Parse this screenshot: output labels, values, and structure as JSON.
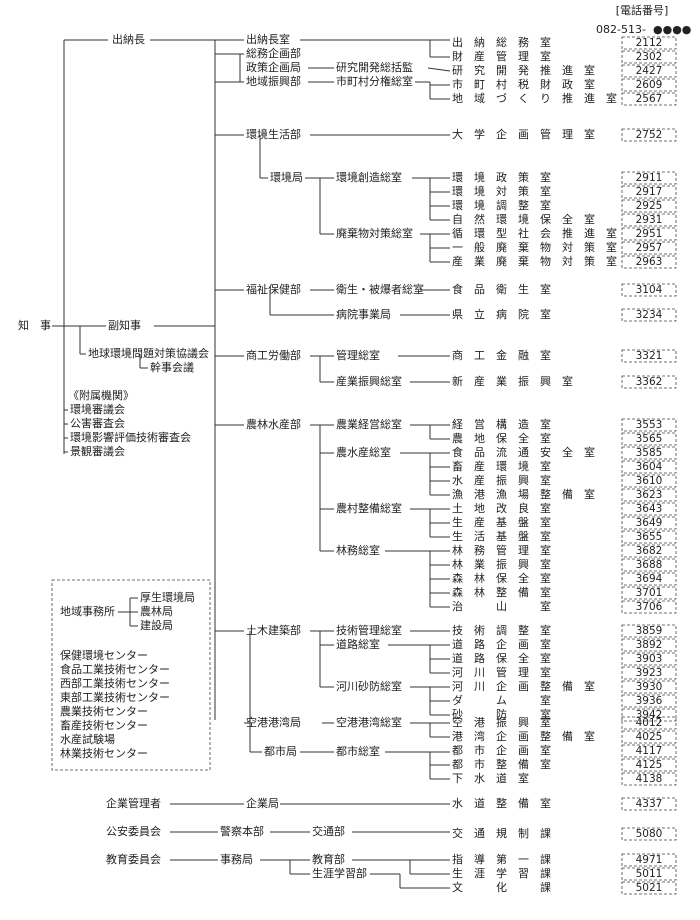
{
  "header": {
    "title": "[電話番号]",
    "prefix": "082-513-",
    "dots": "●●●●"
  },
  "governor": "知　事",
  "vice_governor": "副知事",
  "councils": [
    "地球環境問題対策協議会",
    "幹事会議"
  ],
  "attached": {
    "title": "《附属機関》",
    "items": [
      "環境審議会",
      "公害審査会",
      "環境影響評価技術審査会",
      "景観審議会"
    ]
  },
  "regional": {
    "office": "地域事務所",
    "bureaus": [
      "厚生環境局",
      "農林局",
      "建設局"
    ],
    "centers": [
      "保健環境センター",
      "食品工業技術センター",
      "西部工業技術センター",
      "東部工業技術センター",
      "農業技術センター",
      "畜産技術センター",
      "水産試験場",
      "林業技術センター"
    ]
  },
  "nodes": {
    "suitocho": "出納長",
    "suitochoshitsu": "出納長室",
    "somu": "総務企画部",
    "seisaku": "政策企画局",
    "kenkyu": "研究開発総括監",
    "chiiki": "地域振興部",
    "shichoson": "市町村分権総室",
    "kankyoseikatsu": "環境生活部",
    "kankyokyoku": "環境局",
    "kankyososei": "環境創造総室",
    "haikibutsu": "廃棄物対策総室",
    "fukushi": "福祉保健部",
    "eisei": "衛生・被爆者総室",
    "byoin": "病院事業局",
    "shoko": "商工労働部",
    "kanri": "管理総室",
    "sangyo": "産業振興総室",
    "norin": "農林水産部",
    "nogyokeiei": "農業経営総室",
    "nosuisan": "農水産総室",
    "noson": "農村整備総室",
    "rinmu": "林務総室",
    "doboku": "土木建築部",
    "gijutsu": "技術管理総室",
    "doro": "道路総室",
    "kasen": "河川砂防総室",
    "kuko": "空港港湾局",
    "kukosoushitsu": "空港港湾総室",
    "toshikyoku": "都市局",
    "toshisoushitsu": "都市総室",
    "kigyokanrisha": "企業管理者",
    "kigyokyoku": "企業局",
    "koan": "公安委員会",
    "keisatsu": "警察本部",
    "kotsubu": "交通部",
    "kyoiku": "教育委員会",
    "jimukyoku": "事務局",
    "kyoikubu": "教育部",
    "shogai": "生涯学習部"
  },
  "rooms": [
    {
      "label": "出　納　総　務　室",
      "phone": "2112"
    },
    {
      "label": "財　産　管　理　室",
      "phone": "2302"
    },
    {
      "label": "研　究　開　発　推　進　室",
      "phone": "2427"
    },
    {
      "label": "市　町　村　税　財　政　室",
      "phone": "2609"
    },
    {
      "label": "地　域　づ　く　り　推　進　室",
      "phone": "2567"
    },
    {
      "label": "大　学　企　画　管　理　室",
      "phone": "2752"
    },
    {
      "label": "環　境　政　策　室",
      "phone": "2911"
    },
    {
      "label": "環　境　対　策　室",
      "phone": "2917"
    },
    {
      "label": "環　境　調　整　室",
      "phone": "2925"
    },
    {
      "label": "自　然　環　境　保　全　室",
      "phone": "2931"
    },
    {
      "label": "循　環　型　社　会　推　進　室",
      "phone": "2951"
    },
    {
      "label": "一　般　廃　棄　物　対　策　室",
      "phone": "2957"
    },
    {
      "label": "産　業　廃　棄　物　対　策　室",
      "phone": "2963"
    },
    {
      "label": "食　品　衛　生　室",
      "phone": "3104"
    },
    {
      "label": "県　立　病　院　室",
      "phone": "3234"
    },
    {
      "label": "商　工　金　融　室",
      "phone": "3321"
    },
    {
      "label": "新　産　業　振　興　室",
      "phone": "3362"
    },
    {
      "label": "経　営　構　造　室",
      "phone": "3553"
    },
    {
      "label": "農　地　保　全　室",
      "phone": "3565"
    },
    {
      "label": "食　品　流　通　安　全　室",
      "phone": "3585"
    },
    {
      "label": "畜　産　環　境　室",
      "phone": "3604"
    },
    {
      "label": "水　産　振　興　室",
      "phone": "3610"
    },
    {
      "label": "漁　港　漁　場　整　備　室",
      "phone": "3623"
    },
    {
      "label": "土　地　改　良　室",
      "phone": "3643"
    },
    {
      "label": "生　産　基　盤　室",
      "phone": "3649"
    },
    {
      "label": "生　活　基　盤　室",
      "phone": "3655"
    },
    {
      "label": "林　務　管　理　室",
      "phone": "3682"
    },
    {
      "label": "林　業　振　興　室",
      "phone": "3688"
    },
    {
      "label": "森　林　保　全　室",
      "phone": "3694"
    },
    {
      "label": "森　林　整　備　室",
      "phone": "3701"
    },
    {
      "label": "治　　　山　　　室",
      "phone": "3706"
    },
    {
      "label": "技　術　調　整　室",
      "phone": "3859"
    },
    {
      "label": "道　路　企　画　室",
      "phone": "3892"
    },
    {
      "label": "道　路　保　全　室",
      "phone": "3903"
    },
    {
      "label": "河　川　管　理　室",
      "phone": "3923"
    },
    {
      "label": "河　川　企　画　整　備　室",
      "phone": "3930"
    },
    {
      "label": "ダ　　　ム　　　室",
      "phone": "3936"
    },
    {
      "label": "砂　　　防　　　室",
      "phone": "3942"
    },
    {
      "label": "空　港　振　興　室",
      "phone": "4012"
    },
    {
      "label": "港　湾　企　画　整　備　室",
      "phone": "4025"
    },
    {
      "label": "都　市　企　画　室",
      "phone": "4117"
    },
    {
      "label": "都　市　整　備　室",
      "phone": "4125"
    },
    {
      "label": "下　水　道　室",
      "phone": "4138"
    },
    {
      "label": "水　道　整　備　室",
      "phone": "4337"
    },
    {
      "label": "交　通　規　制　課",
      "phone": "5080"
    },
    {
      "label": "指　導　第　一　課",
      "phone": "4971"
    },
    {
      "label": "生　涯　学　習　課",
      "phone": "5011"
    },
    {
      "label": "文　　　化　　　課",
      "phone": "5021"
    }
  ]
}
